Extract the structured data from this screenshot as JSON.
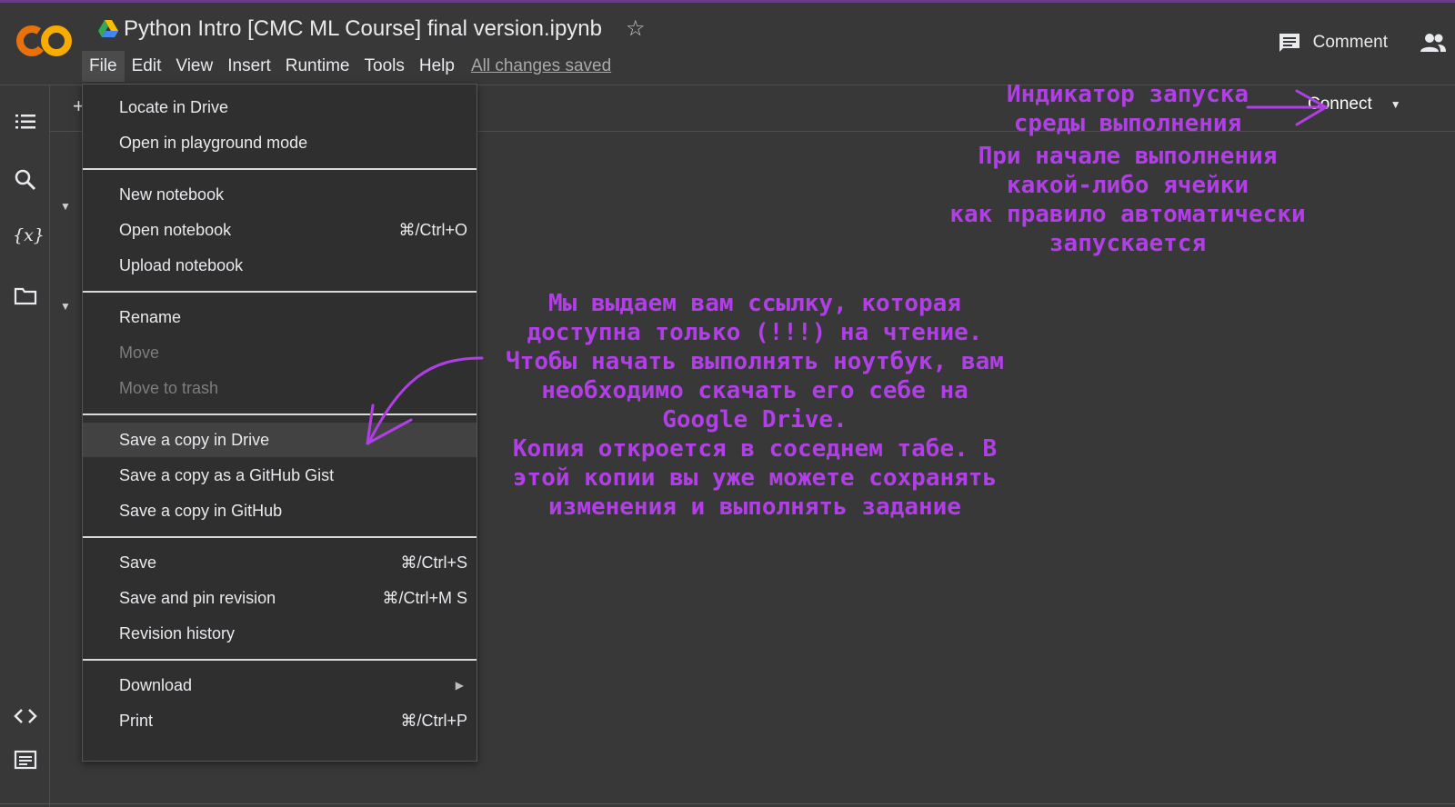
{
  "header": {
    "title": "Python Intro [CMC ML Course] final version.ipynb",
    "saved_status": "All changes saved",
    "comment_label": "Comment"
  },
  "menubar": {
    "items": [
      "File",
      "Edit",
      "View",
      "Insert",
      "Runtime",
      "Tools",
      "Help"
    ],
    "active": "File"
  },
  "toolbar": {
    "connect_label": "Connect"
  },
  "file_menu": {
    "items": [
      {
        "label": "Locate in Drive",
        "shortcut": ""
      },
      {
        "label": "Open in playground mode",
        "shortcut": ""
      },
      {
        "label": "New notebook",
        "shortcut": ""
      },
      {
        "label": "Open notebook",
        "shortcut": "⌘/Ctrl+O"
      },
      {
        "label": "Upload notebook",
        "shortcut": ""
      },
      {
        "label": "Rename",
        "shortcut": ""
      },
      {
        "label": "Move",
        "shortcut": "",
        "disabled": true
      },
      {
        "label": "Move to trash",
        "shortcut": "",
        "disabled": true
      },
      {
        "label": "Save a copy in Drive",
        "shortcut": "",
        "highlighted": true
      },
      {
        "label": "Save a copy as a GitHub Gist",
        "shortcut": ""
      },
      {
        "label": "Save a copy in GitHub",
        "shortcut": ""
      },
      {
        "label": "Save",
        "shortcut": "⌘/Ctrl+S"
      },
      {
        "label": "Save and pin revision",
        "shortcut": "⌘/Ctrl+M S"
      },
      {
        "label": "Revision history",
        "shortcut": ""
      },
      {
        "label": "Download",
        "shortcut": "",
        "submenu": true
      },
      {
        "label": "Print",
        "shortcut": "⌘/Ctrl+P"
      }
    ]
  },
  "annotations": {
    "runtime_indicator": "Индикатор запуска\nсреды выполнения",
    "auto_start": "При начале выполнения\nкакой-либо ячейки\nкак правило автоматически\nзапускается",
    "read_only_note": "Мы выдаем вам ссылку, которая\nдоступна только (!!!) на чтение.\nЧтобы начать выполнять ноутбук, вам\nнеобходимо скачать его себе на\nGoogle Drive.\n Копия откроется в соседнем табе. В\nэтой копии вы уже можете сохранять\nизменения и выполнять задание"
  },
  "icons": {
    "logo": "colab-logo",
    "drive": "drive-icon",
    "star": "star-icon",
    "comment": "comment-icon",
    "share": "people-icon",
    "toc": "table-of-contents-icon",
    "search": "search-icon",
    "variables": "variables-icon",
    "files": "folder-icon",
    "code_snippets": "code-icon",
    "terminal": "terminal-icon"
  },
  "colors": {
    "background": "#383838",
    "menu_bg": "#2f2f2f",
    "annotation": "#b03fe6",
    "logo_orange": "#f9ab00",
    "logo_dark_orange": "#e8710a"
  }
}
